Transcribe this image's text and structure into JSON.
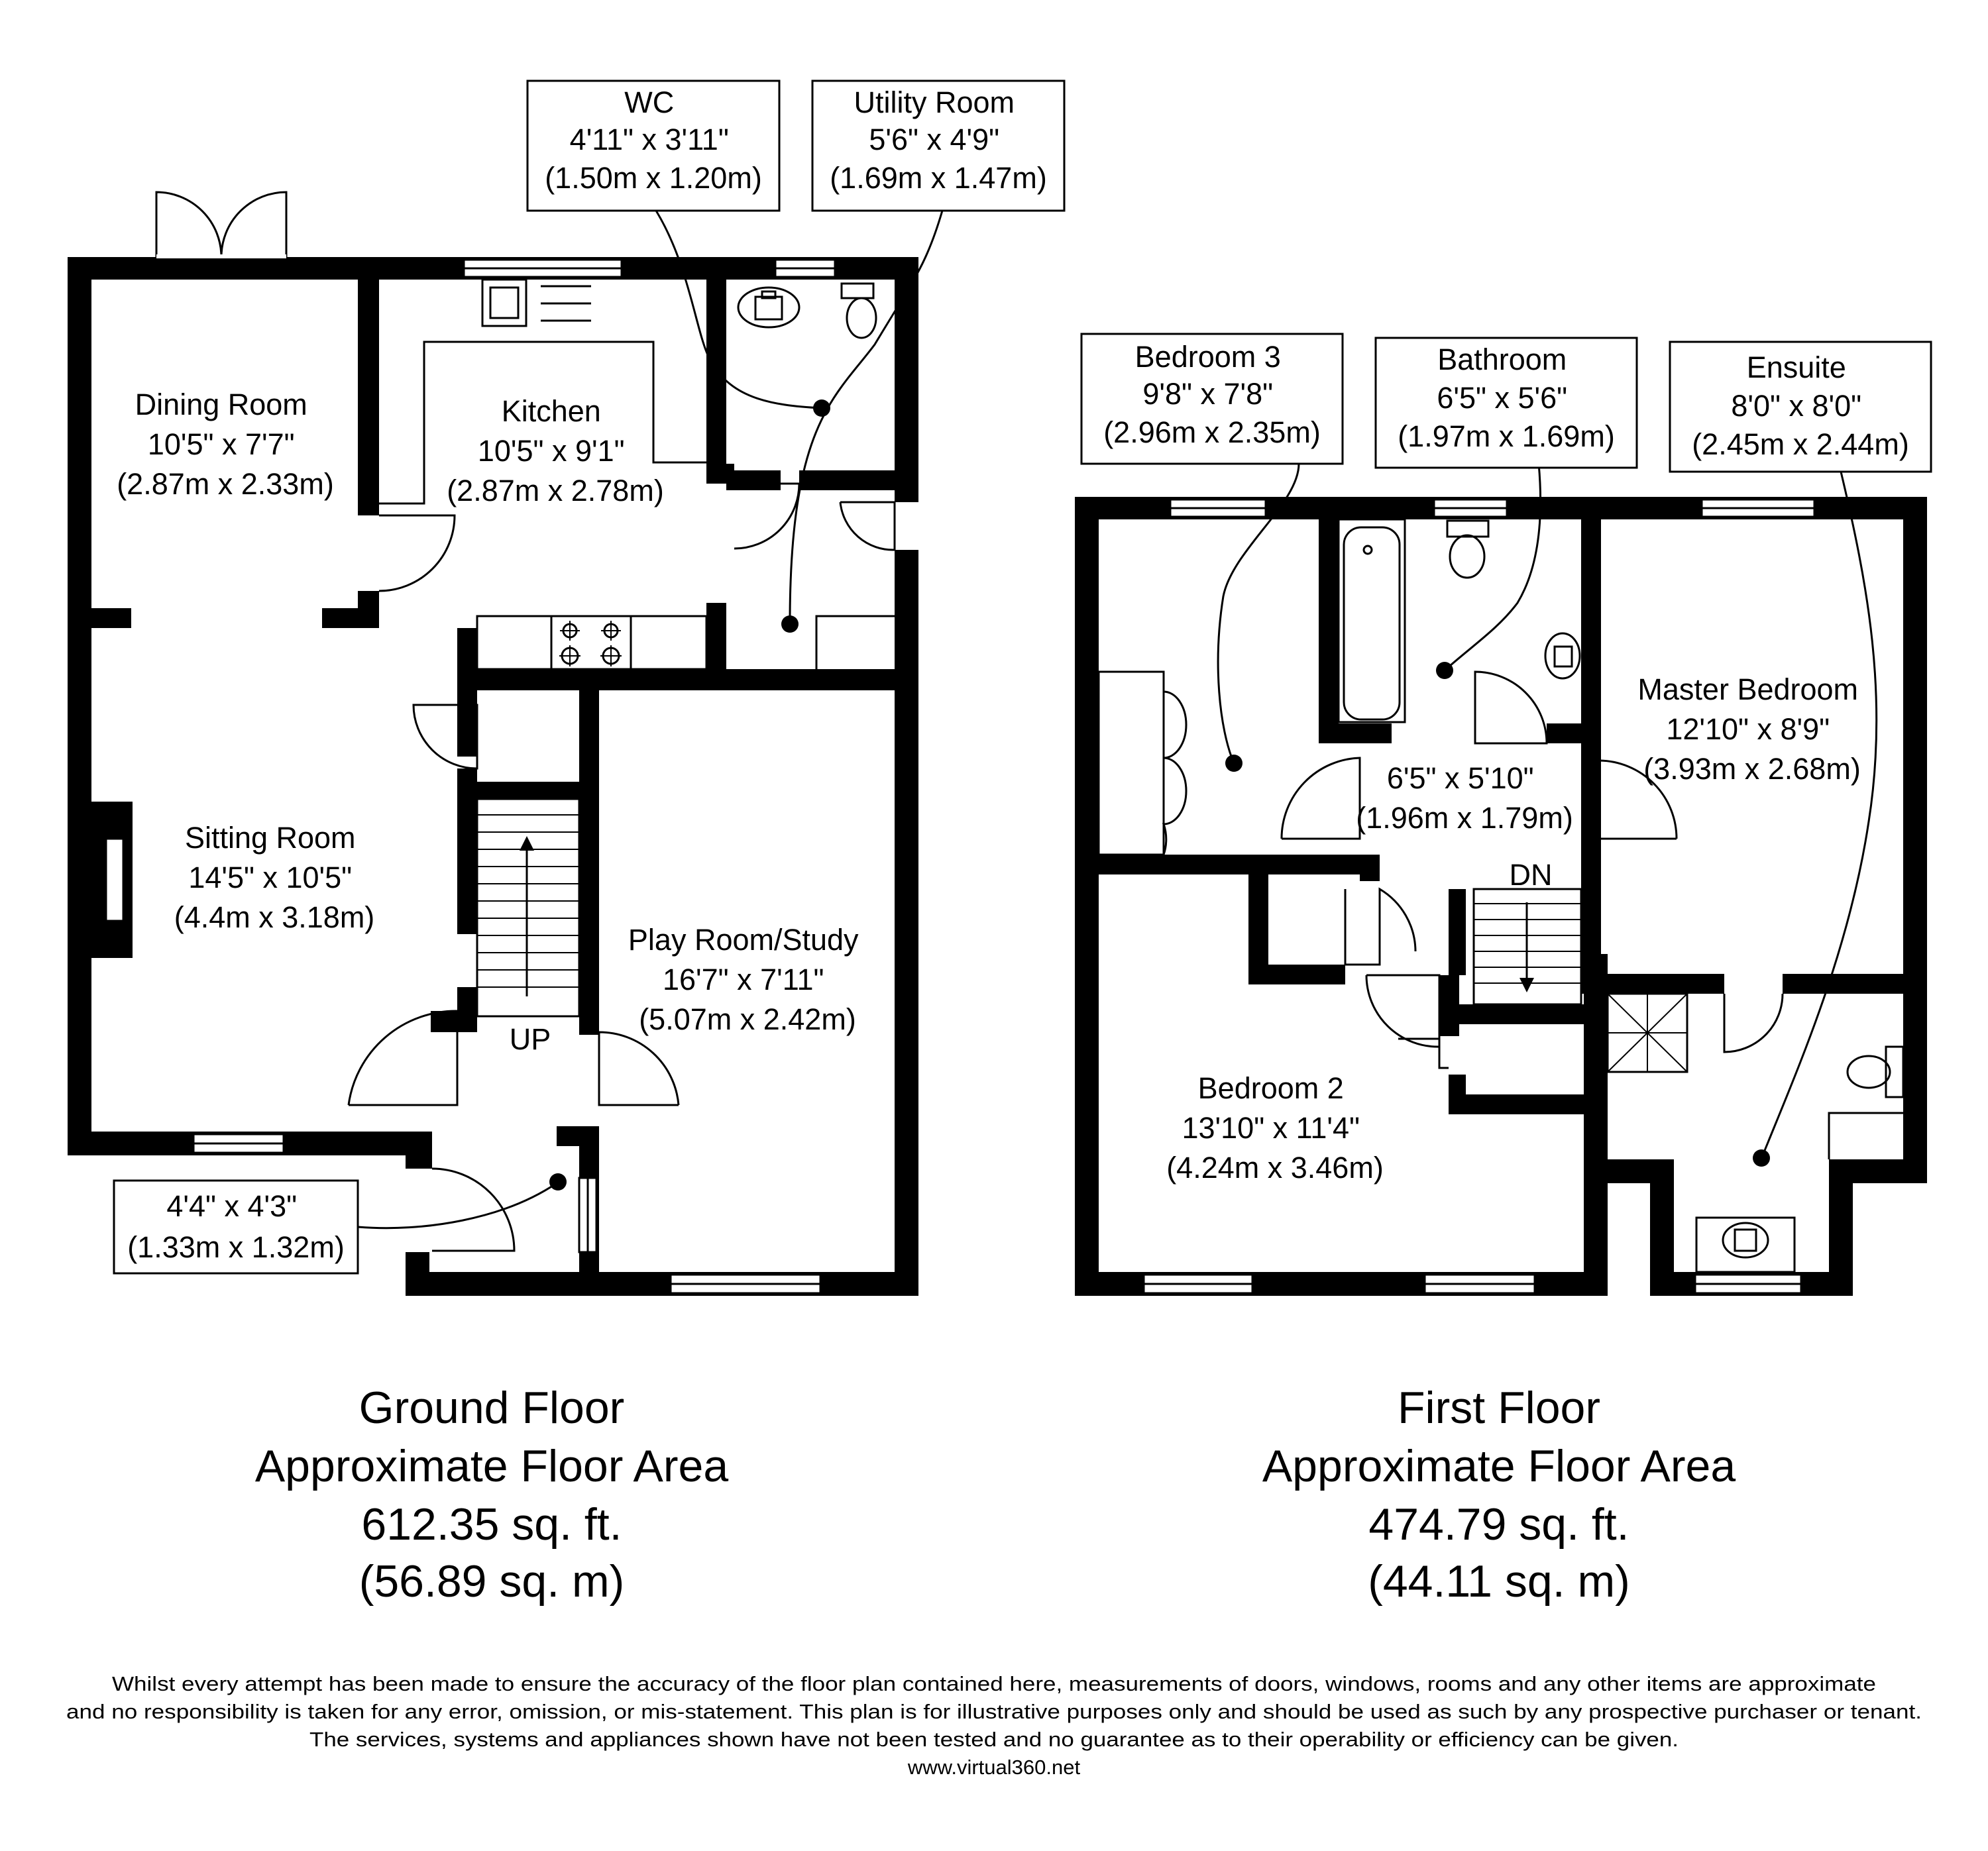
{
  "ground_floor": {
    "title": "Ground Floor",
    "area_label": "Approximate Floor Area",
    "area_sqft": "612.35 sq. ft.",
    "area_sqm": "(56.89 sq. m)",
    "stair_label": "UP",
    "rooms": {
      "dining": {
        "name": "Dining Room",
        "imperial": "10'5\" x 7'7\"",
        "metric": "(2.87m x 2.33m)"
      },
      "kitchen": {
        "name": "Kitchen",
        "imperial": "10'5\" x 9'1\"",
        "metric": "(2.87m x 2.78m)"
      },
      "sitting": {
        "name": "Sitting Room",
        "imperial": "14'5\" x 10'5\"",
        "metric": "(4.4m x 3.18m)"
      },
      "playroom": {
        "name": "Play Room/Study",
        "imperial": "16'7\" x 7'11\"",
        "metric": "(5.07m x 2.42m)"
      },
      "wc": {
        "name": "WC",
        "imperial": "4'11\" x 3'11\"",
        "metric": "(1.50m x 1.20m)"
      },
      "utility": {
        "name": "Utility Room",
        "imperial": "5'6\" x 4'9\"",
        "metric": "(1.69m x 1.47m)"
      },
      "porch": {
        "imperial": "4'4\" x 4'3\"",
        "metric": "(1.33m x 1.32m)"
      }
    }
  },
  "first_floor": {
    "title": "First Floor",
    "area_label": "Approximate Floor Area",
    "area_sqft": "474.79 sq. ft.",
    "area_sqm": "(44.11 sq. m)",
    "stair_label": "DN",
    "rooms": {
      "bedroom3": {
        "name": "Bedroom 3",
        "imperial": "9'8\" x 7'8\"",
        "metric": "(2.96m x 2.35m)"
      },
      "bathroom": {
        "name": "Bathroom",
        "imperial": "6'5\" x 5'6\"",
        "metric": "(1.97m x 1.69m)"
      },
      "ensuite": {
        "name": "Ensuite",
        "imperial": "8'0\" x 8'0\"",
        "metric": "(2.45m x 2.44m)"
      },
      "master": {
        "name": "Master Bedroom",
        "imperial": "12'10\" x 8'9\"",
        "metric": "(3.93m x 2.68m)"
      },
      "landing": {
        "imperial": "6'5\" x 5'10\"",
        "metric": "(1.96m x 1.79m)"
      },
      "bedroom2": {
        "name": "Bedroom 2",
        "imperial": "13'10\" x 11'4\"",
        "metric": "(4.24m x 3.46m)"
      }
    }
  },
  "disclaimer": {
    "line1": "Whilst every attempt has been made to ensure the accuracy of the floor plan contained here, measurements of doors, windows, rooms and any other items are approximate",
    "line2": "and no responsibility is taken for any error, omission, or mis-statement. This plan is for illustrative purposes only and should be used as such by any prospective purchaser or tenant.",
    "line3": "The services, systems and appliances shown have not been tested and no guarantee as to their operability or efficiency can be given.",
    "website": "www.virtual360.net"
  }
}
